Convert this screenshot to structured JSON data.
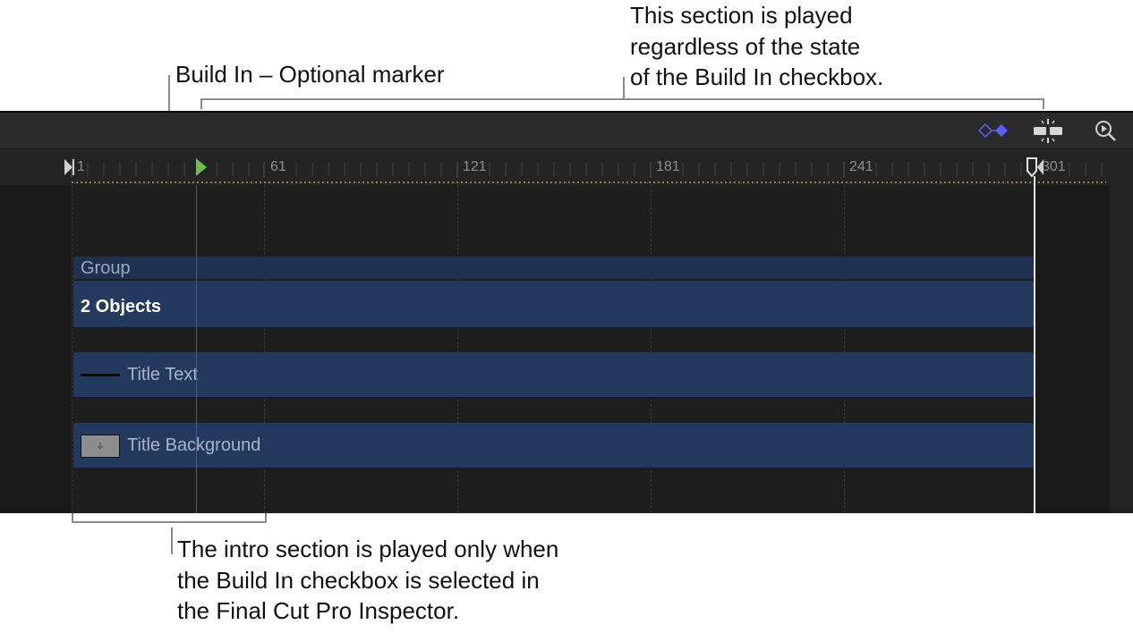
{
  "callouts": {
    "top_right": "This section is played\nregardless of the state\nof the Build In checkbox.",
    "marker": "Build In – Optional marker",
    "bottom": "The intro section is played only when\nthe Build In checkbox is selected in\nthe Final Cut Pro Inspector."
  },
  "toolbar": {
    "icons": [
      "keyframe-icon",
      "snap-icon",
      "zoom-icon"
    ],
    "accent": "#5b5ff5"
  },
  "ruler": {
    "ticks": [
      "1",
      "61",
      "121",
      "181",
      "241",
      "301"
    ]
  },
  "tracks": {
    "group_label": "Group",
    "group_sub": "2 Objects",
    "layer1": "Title Text",
    "layer2": "Title Background"
  },
  "colors": {
    "marker": "#6cc04a",
    "track": "#233a5e",
    "playhead": "#e6e6e6"
  }
}
